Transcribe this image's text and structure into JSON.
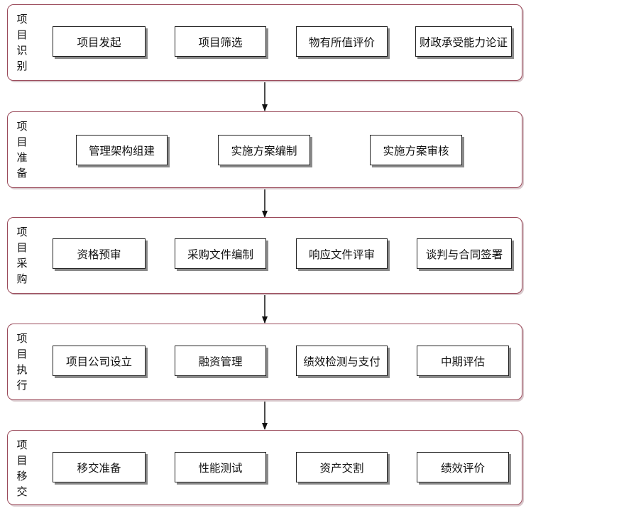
{
  "phases": [
    {
      "title_chars": [
        "项",
        "目",
        "识",
        "别"
      ],
      "steps": [
        "项目发起",
        "项目筛选",
        "物有所值评价",
        "财政承受能力论证"
      ]
    },
    {
      "title_chars": [
        "项",
        "目",
        "准",
        "备"
      ],
      "steps": [
        "管理架构组建",
        "实施方案编制",
        "实施方案审核"
      ]
    },
    {
      "title_chars": [
        "项",
        "目",
        "采",
        "购"
      ],
      "steps": [
        "资格预审",
        "采购文件编制",
        "响应文件评审",
        "谈判与合同签署"
      ]
    },
    {
      "title_chars": [
        "项",
        "目",
        "执",
        "行"
      ],
      "steps": [
        "项目公司设立",
        "融资管理",
        "绩效检测与支付",
        "中期评估"
      ]
    },
    {
      "title_chars": [
        "项",
        "目",
        "移",
        "交"
      ],
      "steps": [
        "移交准备",
        "性能测试",
        "资产交割",
        "绩效评价"
      ]
    }
  ],
  "colors": {
    "phase_border": "#9a4a5a",
    "box_border": "#222222",
    "arrow": "#111111"
  }
}
